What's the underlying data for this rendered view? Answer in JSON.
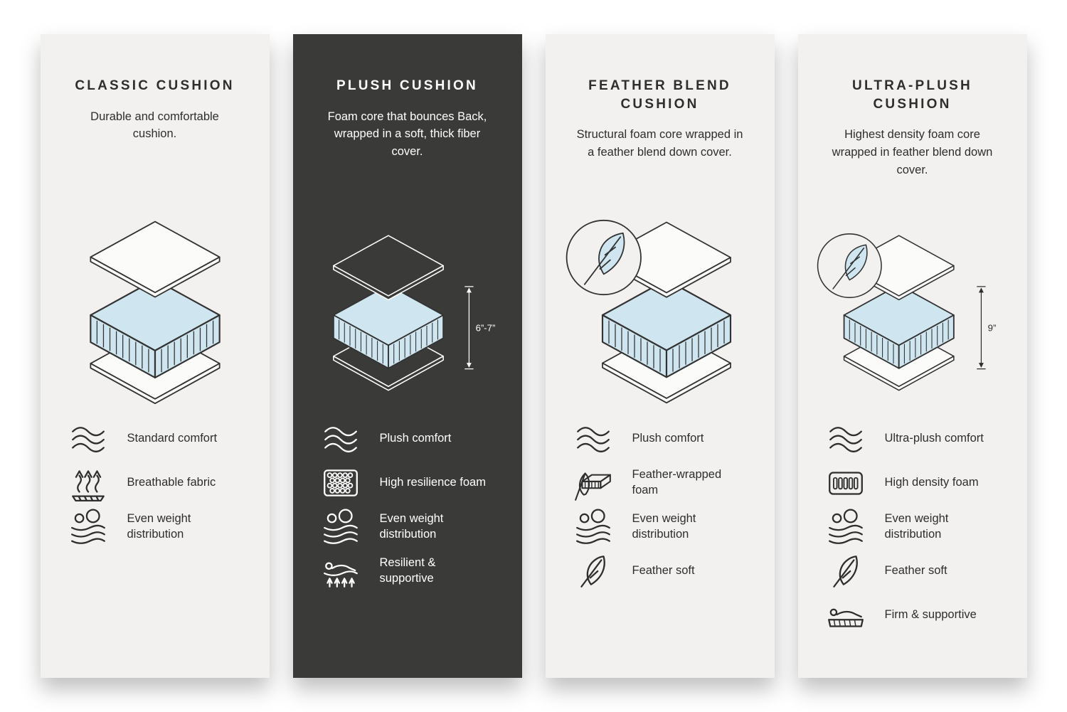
{
  "colors": {
    "page_background": "#ffffff",
    "card_light": "#f2f1ef",
    "card_dark": "#3a3a38",
    "foam_blue": "#cfe6f0",
    "outline_dark": "#333333",
    "text_dark": "#2e2e2e",
    "text_on_dark": "#ffffff"
  },
  "cards": [
    {
      "title": "CLASSIC CUSHION",
      "description": "Durable and comfortable cushion.",
      "theme": "light",
      "diagram": {
        "type": "exploded-cushion",
        "feather_badge": false,
        "height_label": ""
      },
      "features": [
        {
          "icon": "comfort-waves-icon",
          "label": "Standard comfort"
        },
        {
          "icon": "breathable-fabric-icon",
          "label": "Breathable fabric"
        },
        {
          "icon": "even-weight-icon",
          "label": "Even weight distribution"
        }
      ]
    },
    {
      "title": "PLUSH CUSHION",
      "description": "Foam core that bounces Back, wrapped in a soft, thick fiber cover.",
      "theme": "dark",
      "diagram": {
        "type": "exploded-cushion",
        "feather_badge": false,
        "height_label": "6”-7”"
      },
      "features": [
        {
          "icon": "comfort-waves-icon",
          "label": "Plush comfort"
        },
        {
          "icon": "resilience-foam-icon",
          "label": "High resilience foam"
        },
        {
          "icon": "even-weight-icon",
          "label": "Even weight distribution"
        },
        {
          "icon": "resilient-supportive-icon",
          "label": "Resilient & supportive"
        }
      ]
    },
    {
      "title": "FEATHER BLEND CUSHION",
      "description": "Structural foam core wrapped in a feather blend down cover.",
      "theme": "light",
      "diagram": {
        "type": "exploded-cushion",
        "feather_badge": true,
        "height_label": ""
      },
      "features": [
        {
          "icon": "comfort-waves-icon",
          "label": "Plush comfort"
        },
        {
          "icon": "feather-wrapped-foam-icon",
          "label": "Feather-wrapped foam"
        },
        {
          "icon": "even-weight-icon",
          "label": "Even weight distribution"
        },
        {
          "icon": "feather-icon",
          "label": "Feather soft"
        }
      ]
    },
    {
      "title": "ULTRA-PLUSH CUSHION",
      "description": "Highest density foam core wrapped in feather blend down cover.",
      "theme": "light",
      "diagram": {
        "type": "exploded-cushion",
        "feather_badge": true,
        "height_label": "9”"
      },
      "features": [
        {
          "icon": "comfort-waves-icon",
          "label": "Ultra-plush comfort"
        },
        {
          "icon": "high-density-foam-icon",
          "label": "High density foam"
        },
        {
          "icon": "even-weight-icon",
          "label": "Even weight distribution"
        },
        {
          "icon": "feather-icon",
          "label": "Feather soft"
        },
        {
          "icon": "firm-supportive-icon",
          "label": "Firm & supportive"
        }
      ]
    }
  ]
}
